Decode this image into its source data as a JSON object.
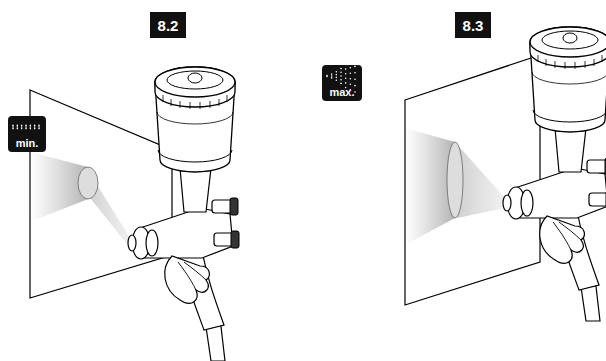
{
  "diagram": {
    "nodes": [
      {
        "text": [
          "8.2"
        ]
      },
      {
        "text": [
          "min."
        ]
      },
      {
        "text": [
          "8.3"
        ]
      },
      {
        "text": [
          "max."
        ]
      }
    ],
    "edges": []
  }
}
